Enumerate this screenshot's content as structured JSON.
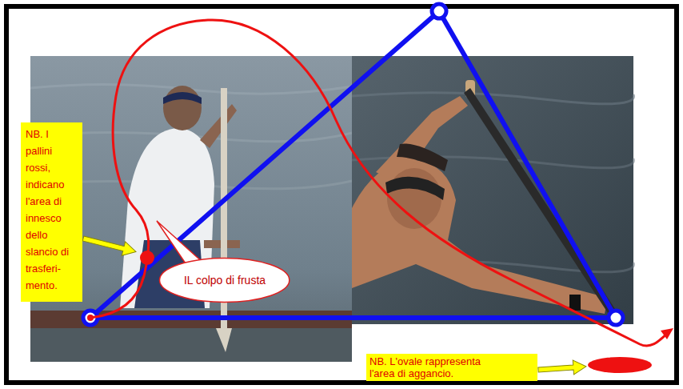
{
  "diagram": {
    "nodes": [
      {
        "text": [
          "NB. I pallini rossi, indicano l'area di innesco dello slancio di trasferi- mento."
        ]
      },
      {
        "text": [
          "IL colpo di frusta"
        ]
      },
      {
        "text": [
          "NB. L'ovale rappresenta l'area di aggancio."
        ]
      }
    ]
  }
}
